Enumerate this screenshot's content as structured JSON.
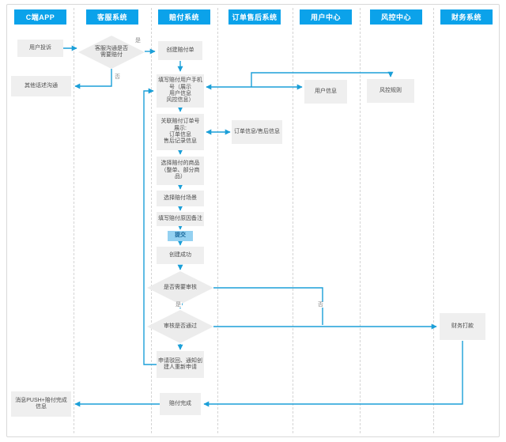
{
  "diagram": {
    "lanes": [
      {
        "label": "C端APP"
      },
      {
        "label": "客服系统"
      },
      {
        "label": "赔付系统"
      },
      {
        "label": "订单售后系统"
      },
      {
        "label": "用户中心"
      },
      {
        "label": "风控中心"
      },
      {
        "label": "财务系统"
      }
    ],
    "nodes": [
      {
        "id": "user-complaint",
        "text": "用户投诉"
      },
      {
        "id": "other-communication",
        "text": "其他话述沟通"
      },
      {
        "id": "push-message",
        "text": "消息PUSH+赔付完成\n信息"
      },
      {
        "id": "cs-decision",
        "text": "客服沟通是否\n需要赔付"
      },
      {
        "id": "create-order",
        "text": "创建赔付单"
      },
      {
        "id": "fill-user-phone",
        "text": "填写赔付用户手机\n号（展示\n用户信息\n风控信息）"
      },
      {
        "id": "link-order-number",
        "text": "关联赔付订单号\n展示:\n订单信息\n售后记录信息"
      },
      {
        "id": "select-goods",
        "text": "选择赔付的商品\n（整单、部分商\n品）"
      },
      {
        "id": "select-scene",
        "text": "选择赔付场景"
      },
      {
        "id": "fill-reason",
        "text": "填写赔付原因备注"
      },
      {
        "id": "submit",
        "text": "提交"
      },
      {
        "id": "create-success",
        "text": "创建成功"
      },
      {
        "id": "need-review",
        "text": "是否需要审核"
      },
      {
        "id": "review-passed",
        "text": "审核是否通过"
      },
      {
        "id": "reject-notify",
        "text": "申请驳回、通知创\n建人重新申请"
      },
      {
        "id": "compensation-done",
        "text": "赔付完成"
      },
      {
        "id": "order-info",
        "text": "订单信息/售后信息"
      },
      {
        "id": "user-info",
        "text": "用户信息"
      },
      {
        "id": "risk-rules",
        "text": "风控规则"
      },
      {
        "id": "finance-payment",
        "text": "财务打款"
      }
    ],
    "edge_labels": [
      {
        "text": "是"
      },
      {
        "text": "否"
      },
      {
        "text": "是"
      },
      {
        "text": "否"
      }
    ],
    "colors": {
      "lane_header": "#0ba2ea",
      "arrow": "#1b9fd8",
      "node_bg": "#efefef",
      "submit_bg": "#94d1f1"
    }
  }
}
